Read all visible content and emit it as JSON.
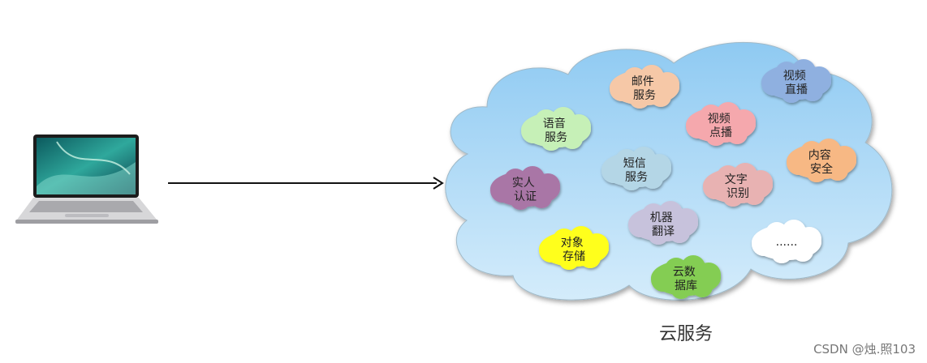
{
  "diagram": {
    "caption": "云服务",
    "watermark": "CSDN @烛.照103",
    "colors": {
      "cloud_top": "#8fcaf2",
      "cloud_bottom": "#d4ecfb",
      "arrow": "#111111",
      "text": "#222222"
    },
    "services": [
      {
        "lines": [
          "邮件",
          "服务"
        ],
        "color": "#f6c8a7"
      },
      {
        "lines": [
          "视频",
          "直播"
        ],
        "color": "#8fb0e0"
      },
      {
        "lines": [
          "语音",
          "服务"
        ],
        "color": "#c6f0b7"
      },
      {
        "lines": [
          "视频",
          "点播"
        ],
        "color": "#f5a8ad"
      },
      {
        "lines": [
          "内容",
          "安全"
        ],
        "color": "#f7b884"
      },
      {
        "lines": [
          "短信",
          "服务"
        ],
        "color": "#b4d6e6"
      },
      {
        "lines": [
          "文字",
          "识别"
        ],
        "color": "#e8b2b2"
      },
      {
        "lines": [
          "实人",
          "认证"
        ],
        "color": "#a976a6"
      },
      {
        "lines": [
          "机器",
          "翻译"
        ],
        "color": "#c7c2dc"
      },
      {
        "lines": [
          "......"
        ],
        "color": "#ffffff"
      },
      {
        "lines": [
          "对象",
          "存储"
        ],
        "color": "#ffff1f"
      },
      {
        "lines": [
          "云数",
          "据库"
        ],
        "color": "#84cd52"
      }
    ]
  }
}
